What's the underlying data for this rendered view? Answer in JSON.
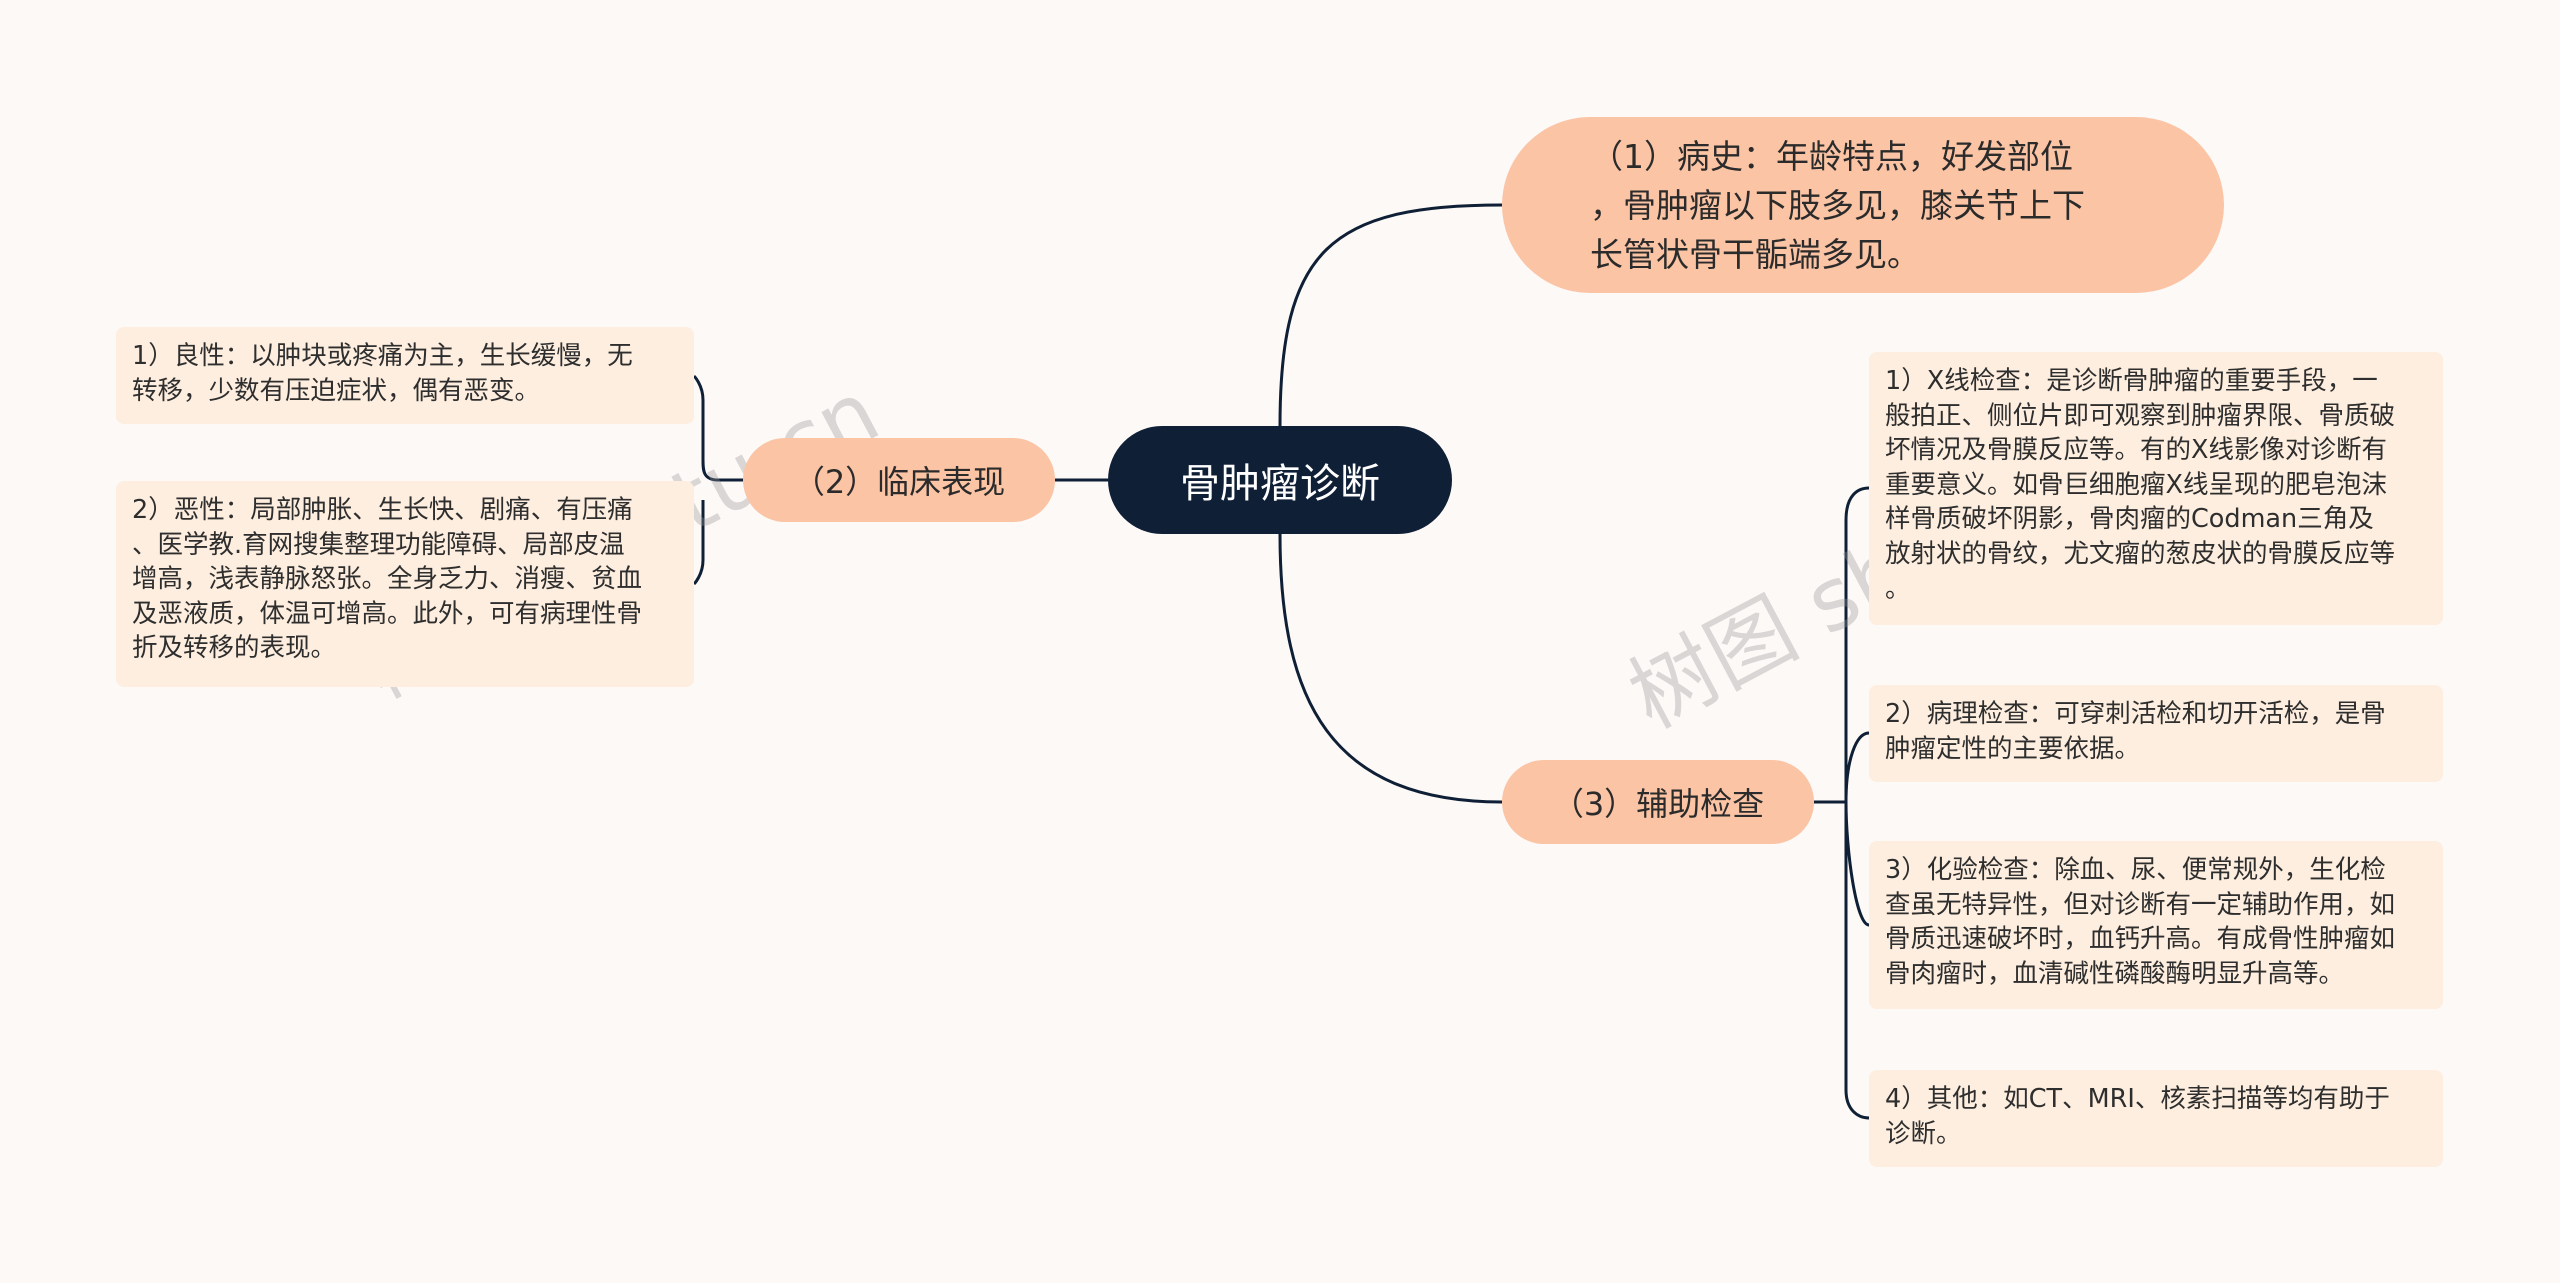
{
  "root": {
    "label": "骨肿瘤诊断"
  },
  "branches": [
    {
      "label": "（1）病史：年龄特点，好发部位，骨肿瘤以下肢多见，膝关节上下长管状骨干骺端多见。",
      "lines": [
        "（1）病史：年龄特点，好发部位",
        "，骨肿瘤以下肢多见，膝关节上下",
        "长管状骨干骺端多见。"
      ]
    },
    {
      "label": "（2）临床表现",
      "children": [
        {
          "lines": [
            "1）良性：以肿块或疼痛为主，生长缓慢，无",
            "转移，少数有压迫症状，偶有恶变。"
          ]
        },
        {
          "lines": [
            "2）恶性：局部肿胀、生长快、剧痛、有压痛",
            "、医学教.育网搜集整理功能障碍、局部皮温",
            "增高，浅表静脉怒张。全身乏力、消瘦、贫血",
            "及恶液质，体温可增高。此外，可有病理性骨",
            "折及转移的表现。"
          ]
        }
      ]
    },
    {
      "label": "（3）辅助检查",
      "children": [
        {
          "lines": [
            "1）X线检查：是诊断骨肿瘤的重要手段，一",
            "般拍正、侧位片即可观察到肿瘤界限、骨质破",
            "坏情况及骨膜反应等。有的X线影像对诊断有",
            "重要意义。如骨巨细胞瘤X线呈现的肥皂泡沫",
            "样骨质破坏阴影，骨肉瘤的Codman三角及",
            "放射状的骨纹，尤文瘤的葱皮状的骨膜反应等",
            "。"
          ]
        },
        {
          "lines": [
            "2）病理检查：可穿刺活检和切开活检，是骨",
            "肿瘤定性的主要依据。"
          ]
        },
        {
          "lines": [
            "3）化验检查：除血、尿、便常规外，生化检",
            "查虽无特异性，但对诊断有一定辅助作用，如",
            "骨质迅速破坏时，血钙升高。有成骨性肿瘤如",
            "骨肉瘤时，血清碱性磷酸酶明显升高等。"
          ]
        },
        {
          "lines": [
            "4）其他：如CT、MRI、核素扫描等均有助于",
            "诊断。"
          ]
        }
      ]
    }
  ],
  "watermarks": [
    "树图 shutu.cn",
    "树图 shutu.cn"
  ],
  "colors": {
    "root": "#0e1f36",
    "branch": "#fbc4a5",
    "leaf": "#fdeedf",
    "line": "#0e1f36",
    "background": "#fdf9f7"
  }
}
